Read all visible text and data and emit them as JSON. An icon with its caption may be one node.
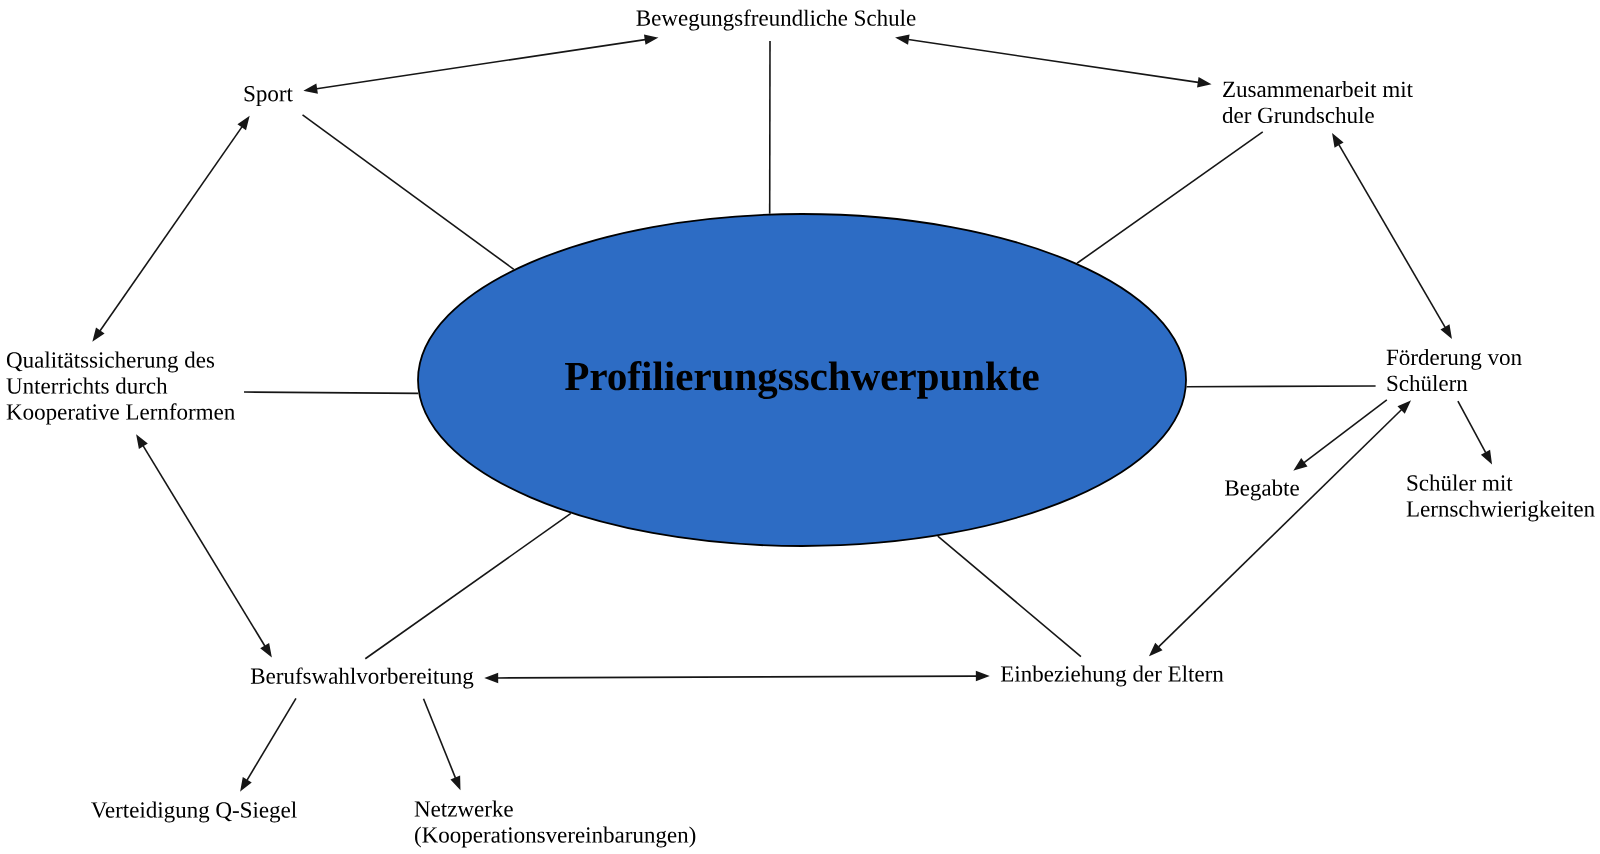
{
  "diagram": {
    "nodes": [
      {
        "text": [
          "Profilierungsschwerpunkte"
        ]
      },
      {
        "text": [
          "Bewegungsfreundliche Schule"
        ]
      },
      {
        "text": [
          "Sport"
        ]
      },
      {
        "text": [
          "Zusammenarbeit mit der Grundschule"
        ]
      },
      {
        "text": [
          "Qualitätssicherung des Unterrichts durch Kooperative Lernformen"
        ]
      },
      {
        "text": [
          "Förderung von Schülern"
        ]
      },
      {
        "text": [
          "Begabte"
        ]
      },
      {
        "text": [
          "Schüler mit Lernschwierigkeiten"
        ]
      },
      {
        "text": [
          "Berufswahlvorbereitung"
        ]
      },
      {
        "text": [
          "Einbeziehung der Eltern"
        ]
      },
      {
        "text": [
          "Verteidigung Q-Siegel"
        ]
      },
      {
        "text": [
          "Netzwerke (Kooperationsvereinbarungen)"
        ]
      }
    ],
    "edges": [
      {
        "from": 2,
        "to": 1,
        "arrow": "both"
      },
      {
        "from": 1,
        "to": 3,
        "arrow": "both"
      },
      {
        "from": 1,
        "to": 0,
        "arrow": "none"
      },
      {
        "from": 2,
        "to": 0,
        "arrow": "none"
      },
      {
        "from": 3,
        "to": 0,
        "arrow": "none"
      },
      {
        "from": 3,
        "to": 5,
        "arrow": "both"
      },
      {
        "from": 4,
        "to": 0,
        "arrow": "none"
      },
      {
        "from": 5,
        "to": 0,
        "arrow": "none"
      },
      {
        "from": 2,
        "to": 4,
        "arrow": "both"
      },
      {
        "from": 4,
        "to": 8,
        "arrow": "both"
      },
      {
        "from": 8,
        "to": 0,
        "arrow": "none"
      },
      {
        "from": 9,
        "to": 0,
        "arrow": "none"
      },
      {
        "from": 8,
        "to": 9,
        "arrow": "both"
      },
      {
        "from": 9,
        "to": 5,
        "arrow": "both"
      },
      {
        "from": 5,
        "to": 6,
        "arrow": "to"
      },
      {
        "from": 5,
        "to": 7,
        "arrow": "to"
      },
      {
        "from": 8,
        "to": 10,
        "arrow": "to"
      },
      {
        "from": 8,
        "to": 11,
        "arrow": "to"
      }
    ]
  }
}
